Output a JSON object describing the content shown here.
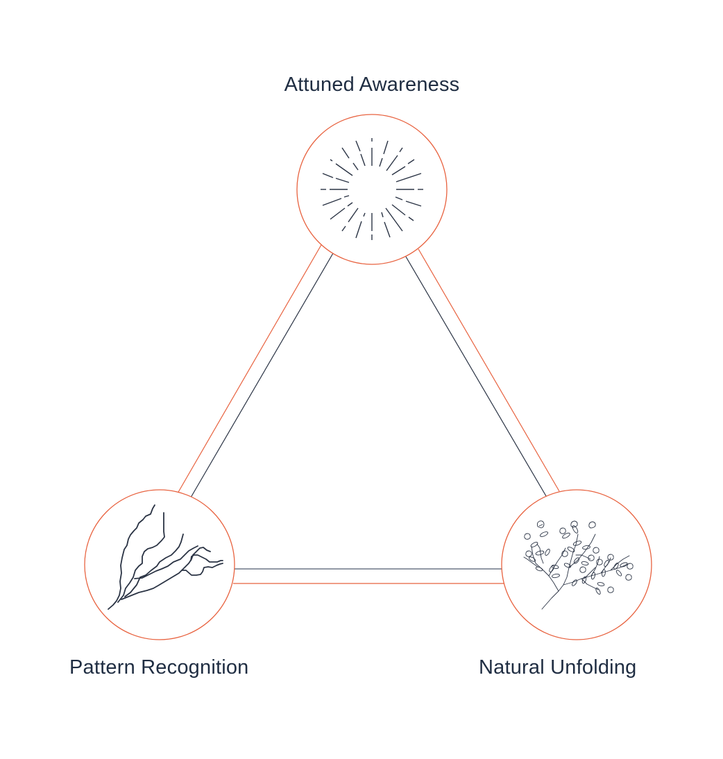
{
  "diagram": {
    "type": "triangle-cycle",
    "colors": {
      "accent": "#e8623f",
      "ink": "#2a3344",
      "connector_gray": "#6d7785",
      "label": "#1f2d42",
      "background": "#ffffff"
    },
    "nodes": [
      {
        "id": "top",
        "label": "Attuned Awareness",
        "icon": "sunburst-icon"
      },
      {
        "id": "left",
        "label": "Pattern Recognition",
        "icon": "river-branches-icon"
      },
      {
        "id": "right",
        "label": "Natural Unfolding",
        "icon": "flowering-branch-icon"
      }
    ],
    "edges": [
      {
        "from": "top",
        "to": "left",
        "style": "double-line orange + dark"
      },
      {
        "from": "top",
        "to": "right",
        "style": "double-line dark + orange"
      },
      {
        "from": "left",
        "to": "right",
        "style": "double-line gray + orange"
      }
    ]
  }
}
